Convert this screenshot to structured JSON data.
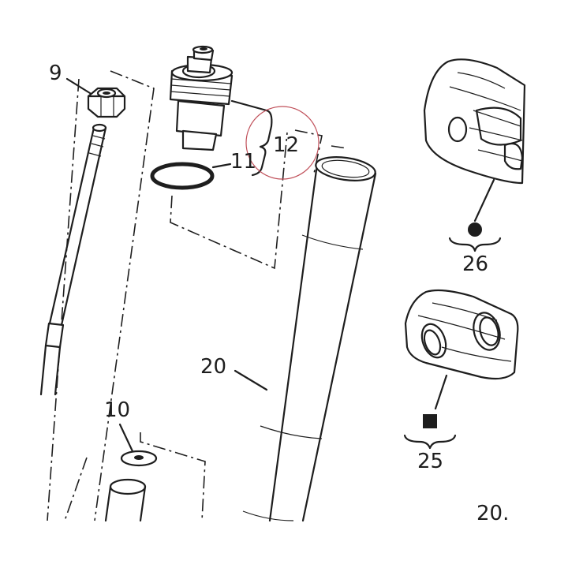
{
  "labels": {
    "p9": "9",
    "p10": "10",
    "p11": "11",
    "p12": "12",
    "p20": "20",
    "p20_ref": "20.",
    "p25": "25",
    "p26": "26"
  },
  "colors": {
    "line": "#1e1e1e",
    "highlight_circle": "#c0505a",
    "background": "#ffffff"
  },
  "symbols": {
    "kit_26": "filled-circle",
    "kit_25": "filled-square"
  }
}
